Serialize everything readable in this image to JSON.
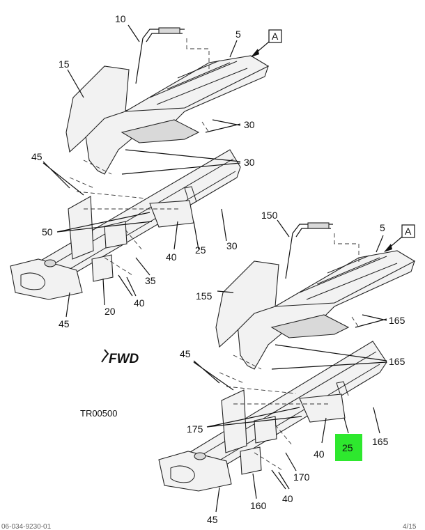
{
  "diagram": {
    "callouts": {
      "c10": "10",
      "c5_top": "5",
      "c15": "15",
      "c30_a": "30",
      "c30_b": "30",
      "c45_a": "45",
      "c50": "50",
      "c40_a": "40",
      "c25_top": "25",
      "c30_c": "30",
      "c35": "35",
      "c20": "20",
      "c40_b": "40",
      "c45_b": "45",
      "c150": "150",
      "c5_bottom": "5",
      "c155": "155",
      "c165_a": "165",
      "c165_b": "165",
      "c45_c": "45",
      "c175": "175",
      "c40_c": "40",
      "c25_highlight": "25",
      "c165_c": "165",
      "c170": "170",
      "c160": "160",
      "c40_d": "40",
      "c45_d": "45"
    },
    "view_label_top": "A",
    "view_label_bottom": "A",
    "fwd_label": "FWD",
    "drawing_code": "TR00500",
    "highlight_color": "#2ee82e",
    "footer_left": "06-034-9230-01",
    "footer_right": "4/15"
  }
}
